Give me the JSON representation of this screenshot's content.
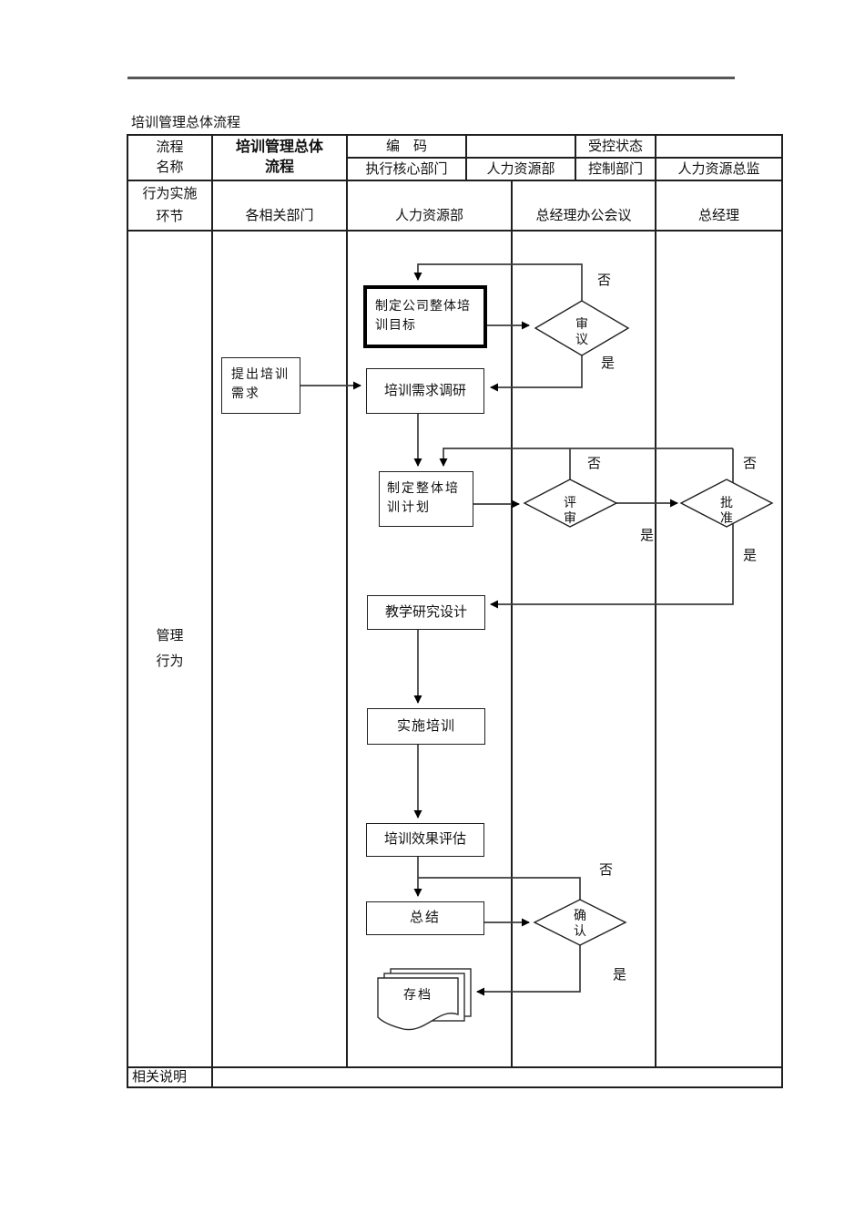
{
  "page": {
    "title": "培训管理总体流程"
  },
  "table": {
    "row1": {
      "name_label": "流程\n名称",
      "process_name": "培训管理总体\n流程",
      "code_label": "编　码",
      "code_value": "",
      "controlled_state_label": "受控状态",
      "controlled_state_value": "",
      "exec_dept_label": "执行核心部门",
      "exec_dept_value": "人力资源部",
      "control_dept_label": "控制部门",
      "control_dept_value": "人力资源总监"
    },
    "row2": {
      "stage_label": "行为实施\n环节",
      "columns": [
        "各相关部门",
        "人力资源部",
        "总经理办公会议",
        "总经理"
      ]
    },
    "body_label": "管理\n行为",
    "footer_label": "相关说明",
    "footer_value": ""
  },
  "flowchart": {
    "boxes": {
      "propose": "提出培训\n需求",
      "goals": "制定公司整体培\n训目标",
      "survey": "培训需求调研",
      "plan": "制定整体培\n训计划",
      "design": "教学研究设计",
      "implement": "实施培训",
      "evaluate": "培训效果评估",
      "summary": "总结",
      "archive": "存档"
    },
    "decisions": {
      "deliberate": "审\n议",
      "review": "评\n审",
      "approve": "批\n准",
      "confirm": "确\n认"
    },
    "branch_labels": {
      "yes": "是",
      "no": "否"
    }
  }
}
